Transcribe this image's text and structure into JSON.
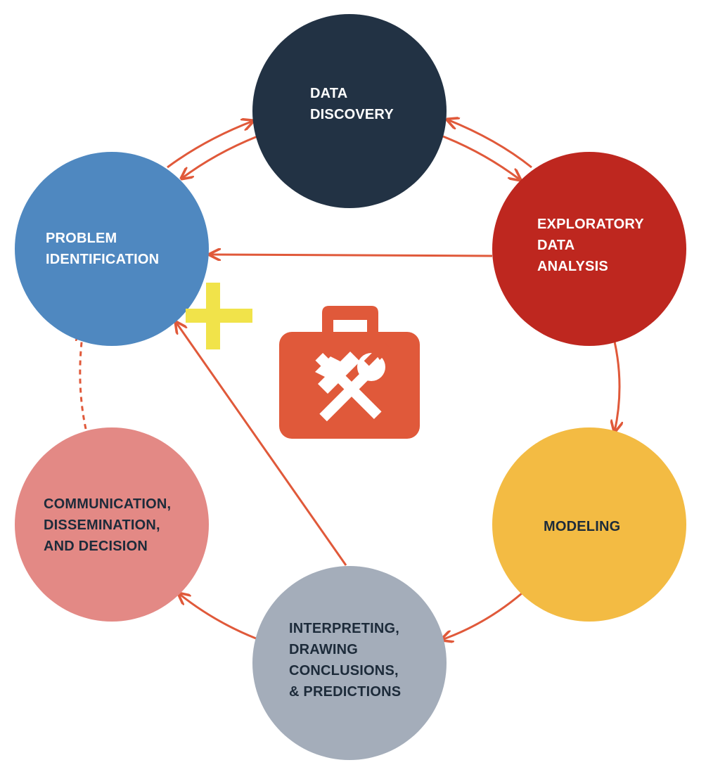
{
  "diagram": {
    "nodes": [
      {
        "id": "data-discovery",
        "lines": [
          "DATA",
          "DISCOVERY"
        ],
        "fill": "#223244",
        "text_color": "#ffffff"
      },
      {
        "id": "exploratory-data-analysis",
        "lines": [
          "EXPLORATORY",
          "DATA",
          "ANALYSIS"
        ],
        "fill": "#be271f",
        "text_color": "#ffffff"
      },
      {
        "id": "modeling",
        "lines": [
          "MODELING"
        ],
        "fill": "#f3bb43",
        "text_color": "#1d2b3a"
      },
      {
        "id": "interpreting",
        "lines": [
          "INTERPRETING,",
          "DRAWING",
          "CONCLUSIONS,",
          "& PREDICTIONS"
        ],
        "fill": "#a4adba",
        "text_color": "#1d2b3a"
      },
      {
        "id": "communication",
        "lines": [
          "COMMUNICATION,",
          "DISSEMINATION,",
          "AND DECISION"
        ],
        "fill": "#e38985",
        "text_color": "#1d2b3a"
      },
      {
        "id": "problem-identification",
        "lines": [
          "PROBLEM",
          "IDENTIFICATION"
        ],
        "fill": "#4f88c0",
        "text_color": "#ffffff"
      }
    ],
    "edges": [
      {
        "from": "problem-identification",
        "to": "data-discovery",
        "style": "solid"
      },
      {
        "from": "data-discovery",
        "to": "problem-identification",
        "style": "solid"
      },
      {
        "from": "data-discovery",
        "to": "exploratory-data-analysis",
        "style": "solid"
      },
      {
        "from": "exploratory-data-analysis",
        "to": "data-discovery",
        "style": "solid"
      },
      {
        "from": "exploratory-data-analysis",
        "to": "problem-identification",
        "style": "solid"
      },
      {
        "from": "exploratory-data-analysis",
        "to": "modeling",
        "style": "solid"
      },
      {
        "from": "modeling",
        "to": "interpreting",
        "style": "solid"
      },
      {
        "from": "interpreting",
        "to": "communication",
        "style": "solid"
      },
      {
        "from": "interpreting",
        "to": "problem-identification",
        "style": "solid"
      },
      {
        "from": "communication",
        "to": "problem-identification",
        "style": "dashed"
      }
    ],
    "icons": {
      "center": "toolbox-icon",
      "plus": "plus-icon"
    },
    "colors": {
      "arrow": "#e0593a",
      "toolbox": "#e0593a",
      "plus": "#f1e34a"
    }
  }
}
